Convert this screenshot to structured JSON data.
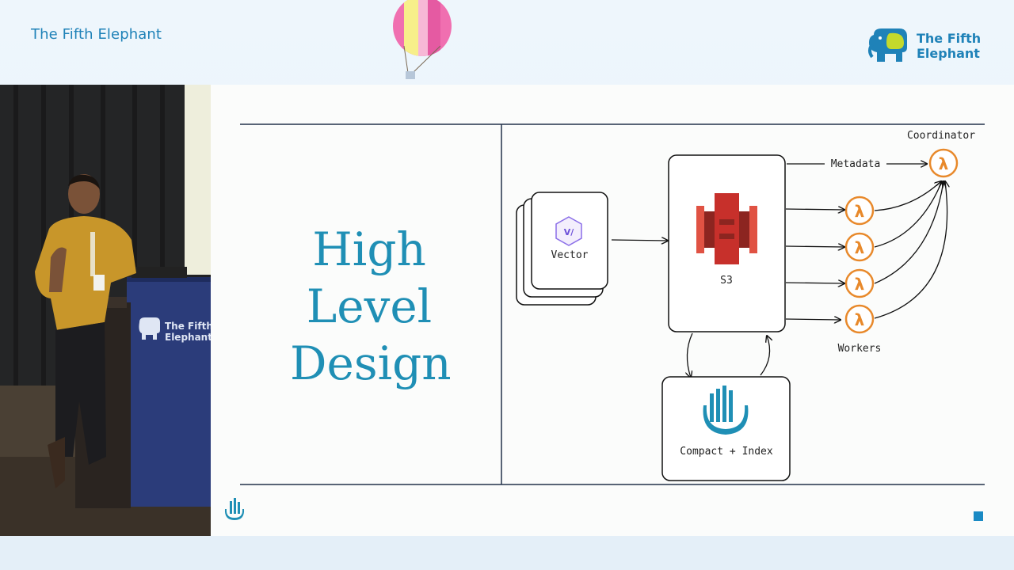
{
  "header": {
    "brand_text": "The Fifth Elephant",
    "logo_line1": "The Fifth",
    "logo_line2": "Elephant"
  },
  "podium": {
    "line1": "The Fifth",
    "line2": "Elephant"
  },
  "slide": {
    "title_lines": [
      "High",
      "Level",
      "Design"
    ],
    "diagram": {
      "vector_label": "Vector",
      "s3_label": "S3",
      "compact_label": "Compact + Index",
      "coordinator_label": "Coordinator",
      "metadata_label": "Metadata",
      "workers_label": "Workers",
      "lambda_symbol": "λ"
    }
  },
  "colors": {
    "brand_blue": "#1f82b8",
    "title_blue": "#1f8fb5",
    "lambda_orange": "#e8892b",
    "s3_red": "#c7302b"
  }
}
